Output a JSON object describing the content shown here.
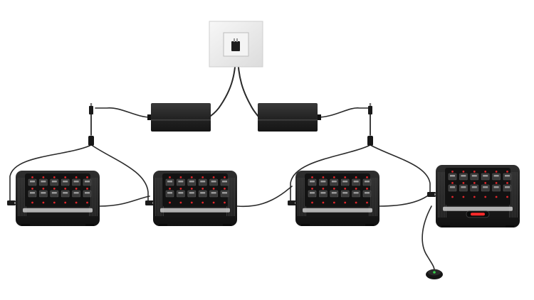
{
  "diagram": {
    "nodes": [
      {
        "id": "wall-outlet",
        "kind": "outlet"
      },
      {
        "id": "power-adapter-left",
        "kind": "adapter"
      },
      {
        "id": "power-adapter-right",
        "kind": "adapter"
      },
      {
        "id": "charging-unit-1",
        "kind": "charger",
        "port_rows": 2,
        "port_cols": 6
      },
      {
        "id": "charging-unit-2",
        "kind": "charger",
        "port_rows": 2,
        "port_cols": 6
      },
      {
        "id": "charging-unit-3",
        "kind": "charger",
        "port_rows": 2,
        "port_cols": 6
      },
      {
        "id": "charging-unit-4",
        "kind": "charger-with-display",
        "port_rows": 2,
        "port_cols": 6
      },
      {
        "id": "remote-sensor-puck",
        "kind": "puck"
      }
    ],
    "connections": [
      [
        "wall-outlet",
        "power-adapter-left"
      ],
      [
        "wall-outlet",
        "power-adapter-right"
      ],
      [
        "power-adapter-left",
        "charging-unit-1"
      ],
      [
        "power-adapter-left",
        "charging-unit-2"
      ],
      [
        "charging-unit-2",
        "charging-unit-3"
      ],
      [
        "power-adapter-right",
        "charging-unit-3"
      ],
      [
        "power-adapter-right",
        "charging-unit-4"
      ],
      [
        "charging-unit-4",
        "remote-sensor-puck"
      ]
    ],
    "colors": {
      "background": "#ffffff",
      "cable": "#2a2a2a",
      "device_body": "#1c1c1c",
      "device_top": "#2b2b2b",
      "port": "#3a3a3a",
      "indicator_led": "#e0262b",
      "display_red": "#ff2a2a",
      "outlet_plate": "#ececec",
      "puck_led": "#35d24a"
    }
  }
}
